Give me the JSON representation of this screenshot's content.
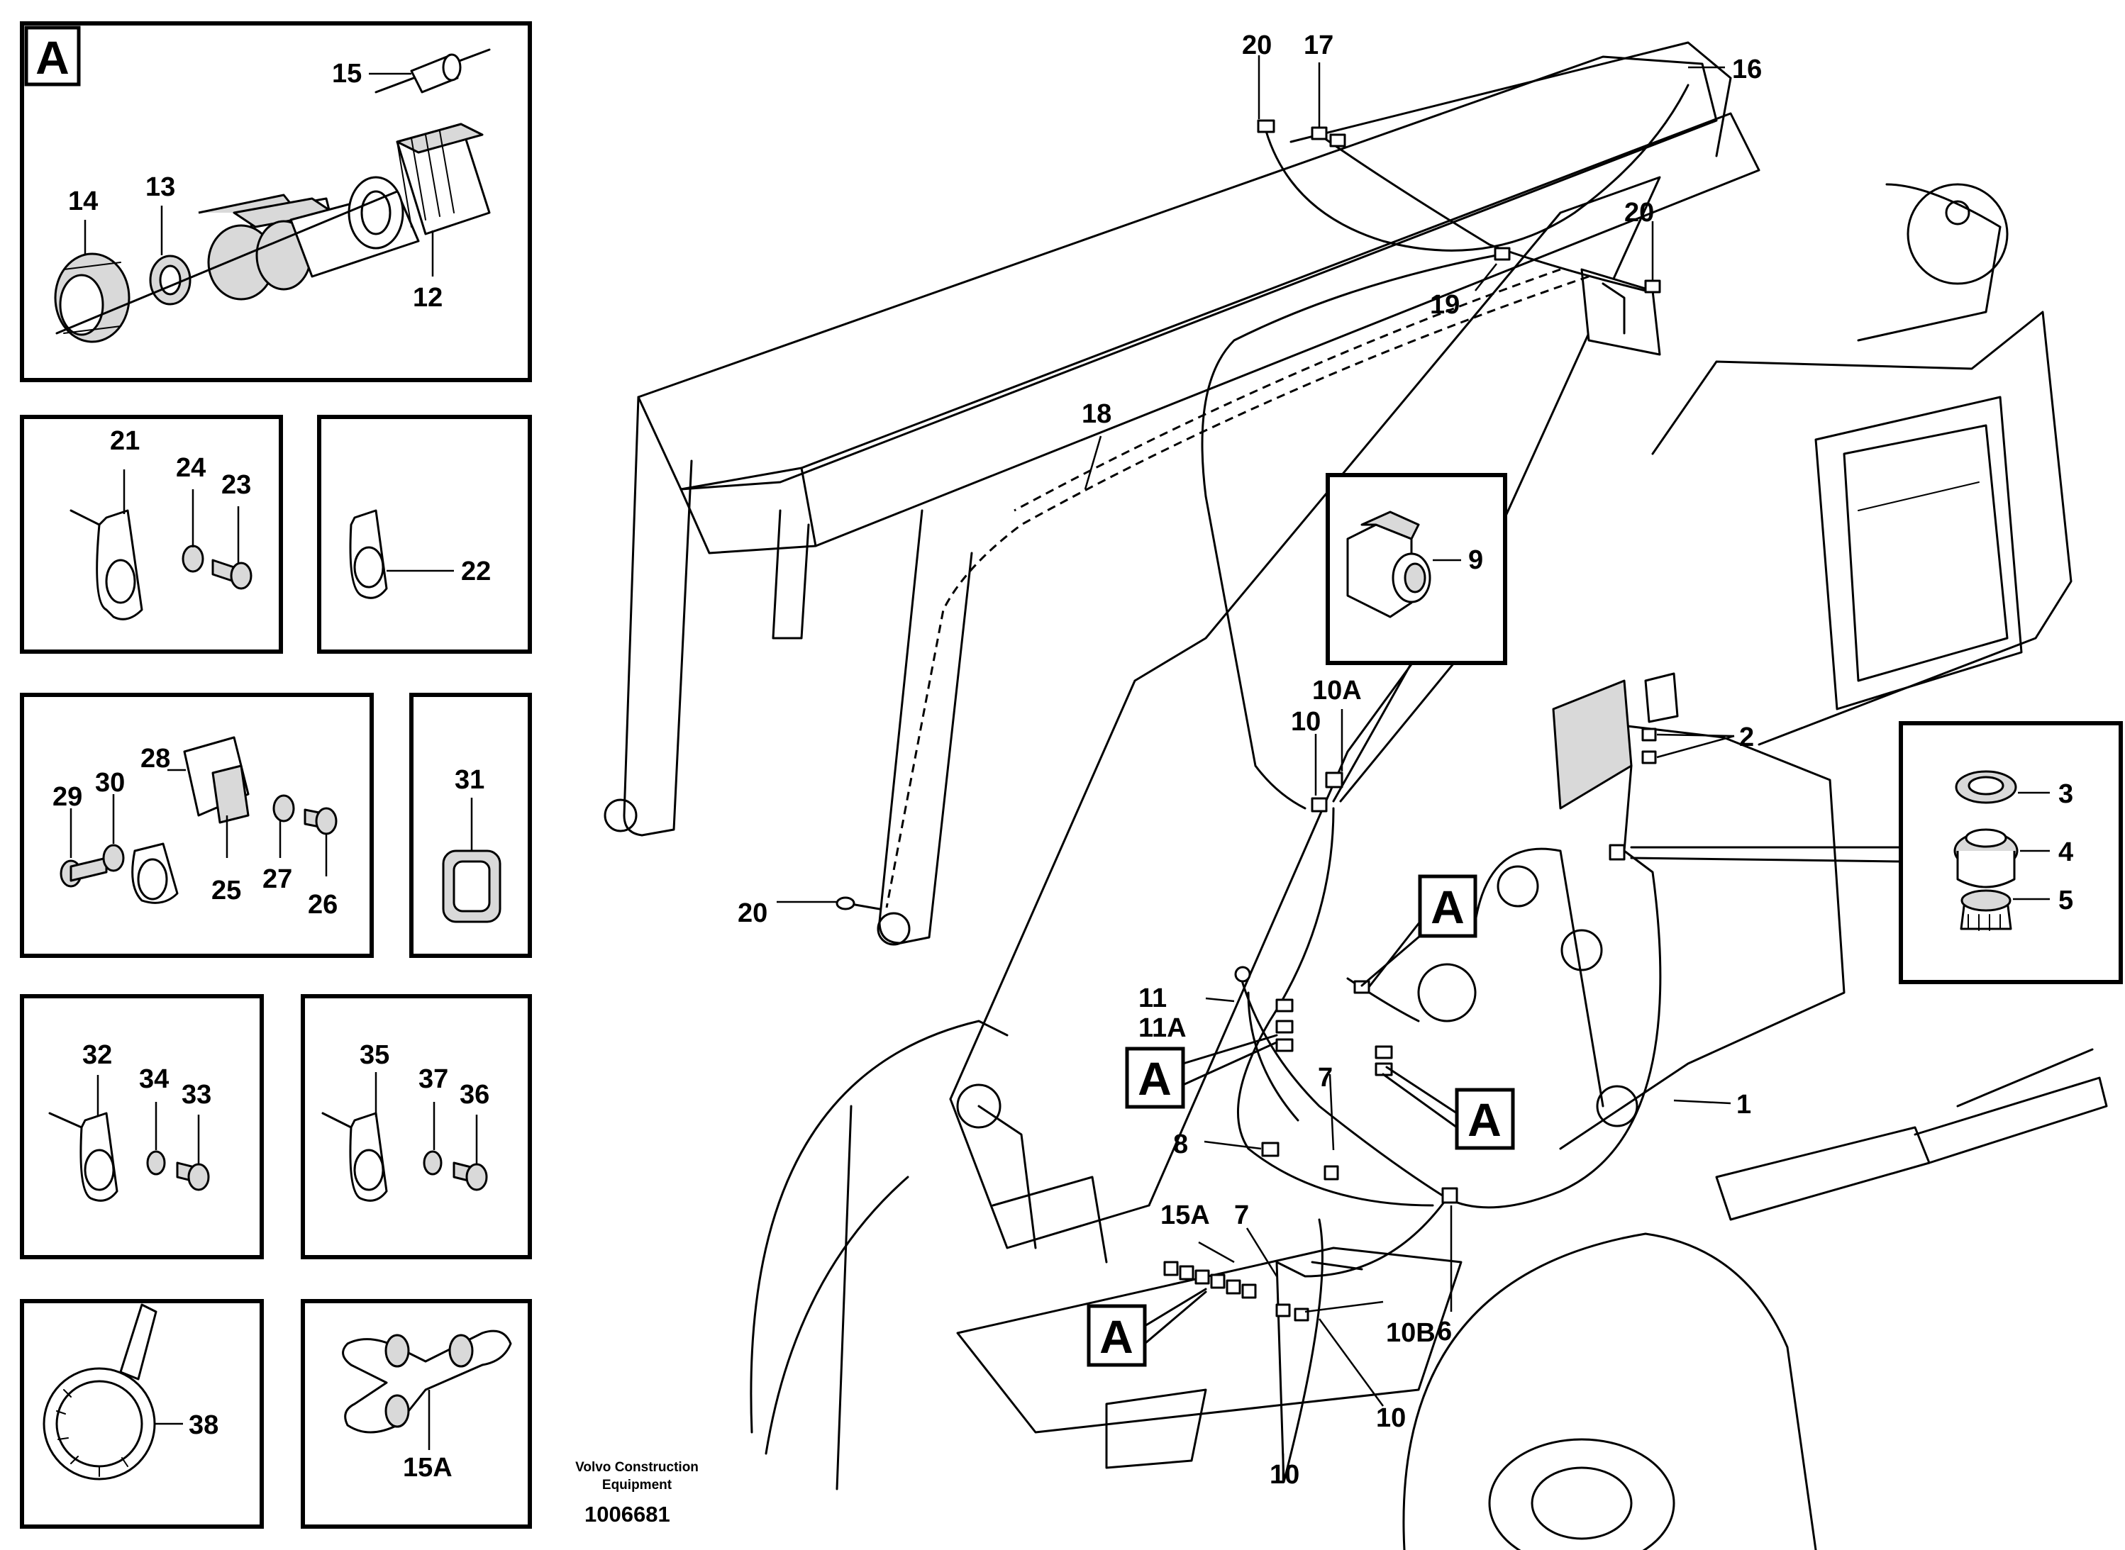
{
  "credit": {
    "line1": "Volvo Construction",
    "line2": "Equipment",
    "docnum": "1006681"
  },
  "box_letters": {
    "detail_a": "A",
    "flag_upper": "A",
    "flag_left": "A",
    "flag_right": "A",
    "flag_bottom": "A"
  },
  "callouts": [
    "15",
    "14",
    "13",
    "12",
    "21",
    "24",
    "23",
    "22",
    "28",
    "29",
    "30",
    "25",
    "27",
    "26",
    "31",
    "32",
    "34",
    "33",
    "35",
    "37",
    "36",
    "38",
    "15A",
    "20",
    "17",
    "16",
    "20",
    "19",
    "18",
    "20",
    "9",
    "10A",
    "10",
    "2",
    "3",
    "4",
    "5",
    "11",
    "11A",
    "7",
    "8",
    "1",
    "6",
    "15A",
    "7",
    "10B",
    "10",
    "10"
  ]
}
